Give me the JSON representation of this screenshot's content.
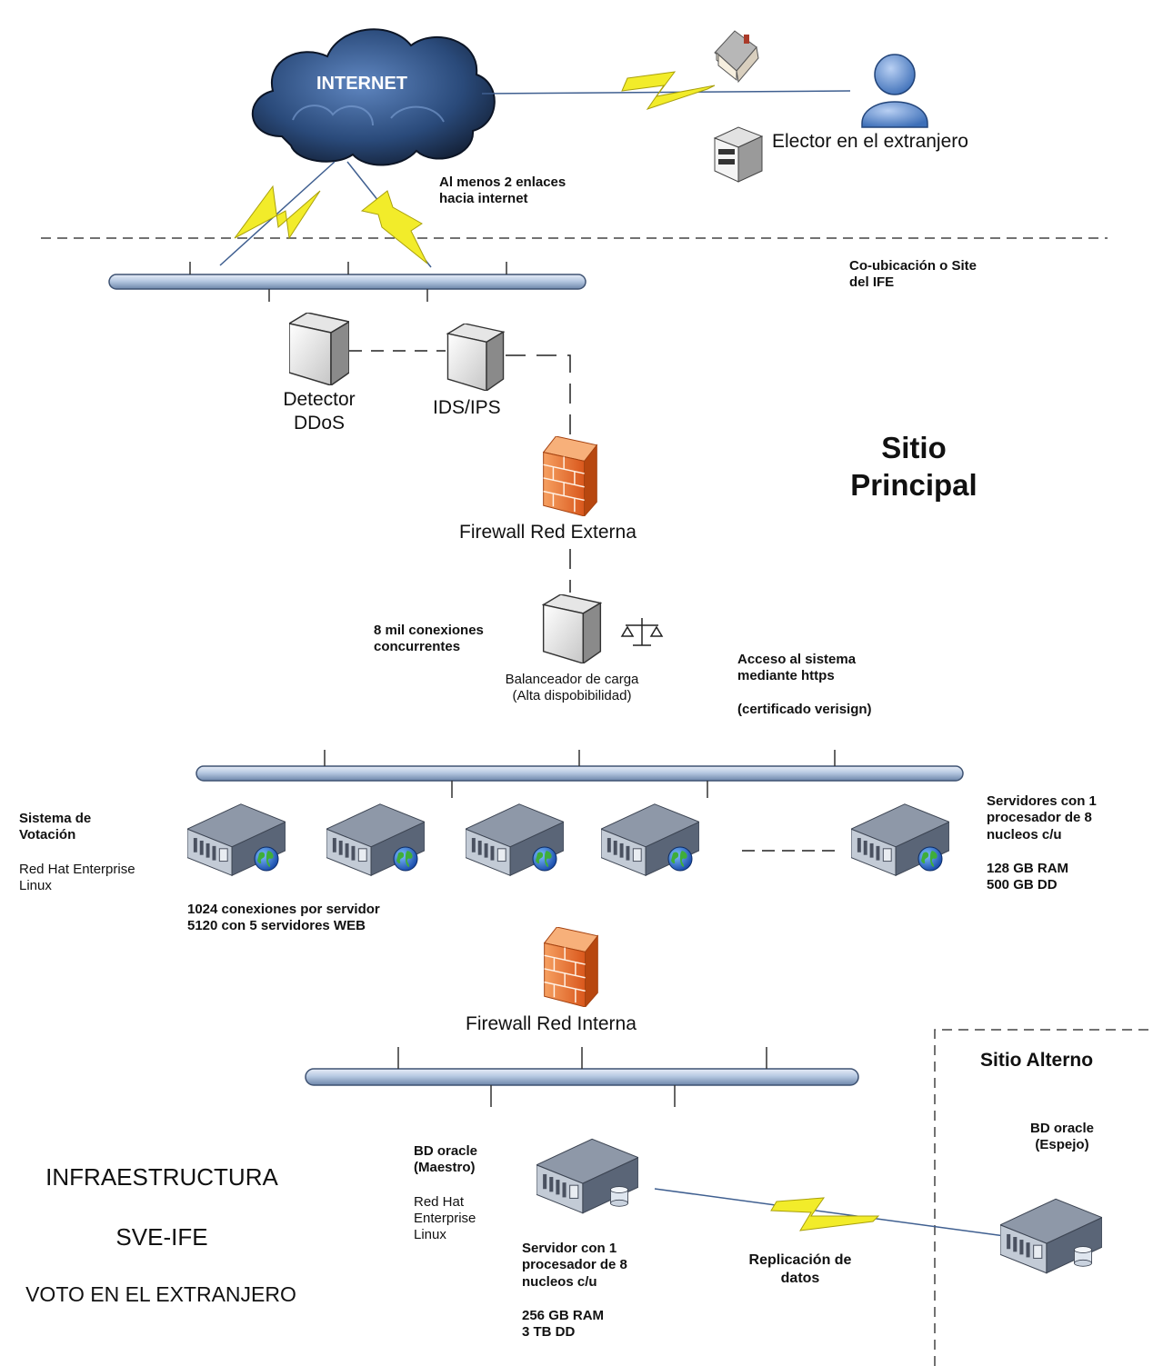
{
  "cloud": {
    "label": "INTERNET"
  },
  "elector": {
    "label": "Elector en el extranjero"
  },
  "links_note": {
    "line1": "Al menos 2 enlaces",
    "line2": "hacia internet"
  },
  "colocation": {
    "line1": "Co-ubicación o Site",
    "line2": "del IFE"
  },
  "ddos": {
    "line1": "Detector",
    "line2": "DDoS"
  },
  "ids": {
    "label": "IDS/IPS"
  },
  "site_main": {
    "line1": "Sitio",
    "line2": "Principal"
  },
  "firewall_ext": {
    "label": "Firewall Red Externa"
  },
  "concurrent": {
    "line1": "8 mil conexiones",
    "line2": "concurrentes"
  },
  "balancer": {
    "line1": "Balanceador de carga",
    "line2": "(Alta dispobibilidad)"
  },
  "https": {
    "line1": "Acceso al sistema",
    "line2": "mediante https",
    "line3": "(certificado verisign)"
  },
  "voting": {
    "line1": "Sistema de",
    "line2": "Votación",
    "os1": "Red Hat Enterprise",
    "os2": "Linux"
  },
  "web_specs": {
    "line1": "Servidores con 1",
    "line2": "procesador de 8",
    "line3": "nucleos c/u",
    "ram": "128 GB RAM",
    "disk": "500 GB DD"
  },
  "web_conn": {
    "line1": "1024 conexiones por servidor",
    "line2": "5120 con 5 servidores WEB"
  },
  "firewall_int": {
    "label": "Firewall Red Interna"
  },
  "site_alt": {
    "label": "Sitio Alterno"
  },
  "db_master": {
    "line1": "BD oracle",
    "line2": "(Maestro)",
    "os1": "Red Hat",
    "os2": "Enterprise",
    "os3": "Linux"
  },
  "db_specs": {
    "line1": "Servidor con 1",
    "line2": "procesador de 8",
    "line3": "nucleos c/u",
    "ram": "256 GB RAM",
    "disk": "3 TB  DD"
  },
  "replication": {
    "line1": "Replicación de",
    "line2": "datos"
  },
  "db_mirror": {
    "line1": "BD oracle",
    "line2": "(Espejo)"
  },
  "infra": {
    "line1": "INFRAESTRUCTURA",
    "line2": "SVE-IFE",
    "line3": "VOTO EN EL EXTRANJERO"
  }
}
